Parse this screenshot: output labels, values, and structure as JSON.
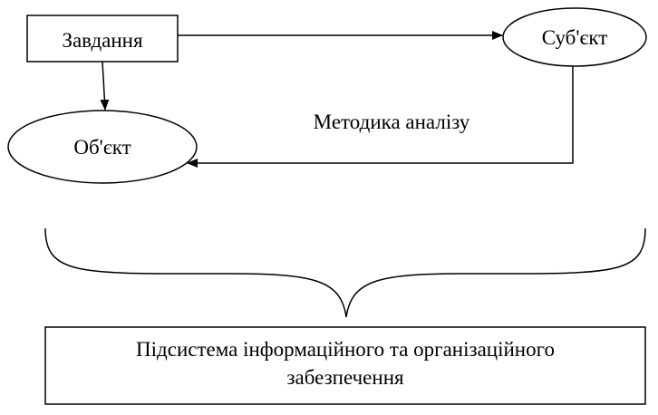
{
  "nodes": {
    "task": {
      "label": "Завдання"
    },
    "subject": {
      "label": "Суб'єкт"
    },
    "object": {
      "label": "Об'єкт"
    },
    "method": {
      "label": "Методика аналізу"
    },
    "subsystem": {
      "line1": "Підсистема інформаційного та організаційного",
      "line2": "забезпечення"
    }
  }
}
